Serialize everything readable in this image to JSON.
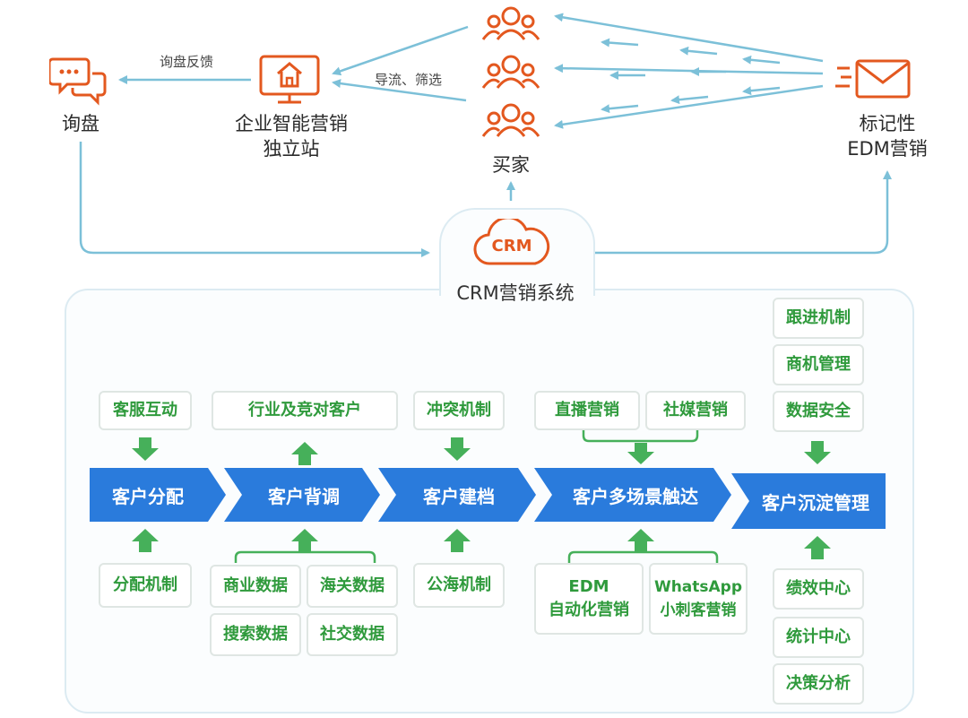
{
  "top": {
    "inquiry": "询盘",
    "site_line1": "企业智能营销",
    "site_line2": "独立站",
    "buyers": "买家",
    "edm_line1": "标记性",
    "edm_line2": "EDM营销",
    "feedback": "询盘反馈",
    "guide": "导流、筛选",
    "crm_logo": "CRM",
    "crm_system": "CRM营销系统"
  },
  "flow": {
    "distribute": "客户分配",
    "background": "客户背调",
    "archive": "客户建档",
    "multi_touch": "客户多场景触达",
    "retention": "客户沉淀管理"
  },
  "boxes": {
    "service": "客服互动",
    "industry": "行业及竞对客户",
    "conflict": "冲突机制",
    "live": "直播营销",
    "social_media": "社媒营销",
    "follow": "跟进机制",
    "opportunity": "商机管理",
    "security": "数据安全",
    "dist_mech": "分配机制",
    "business": "商业数据",
    "customs": "海关数据",
    "search": "搜索数据",
    "social_data": "社交数据",
    "public_sea": "公海机制",
    "edm_line1": "EDM",
    "edm_line2": "自动化营销",
    "wa_line1": "WhatsApp",
    "wa_line2": "小刺客营销",
    "performance": "绩效中心",
    "stats": "统计中心",
    "decision": "决策分析"
  },
  "colors": {
    "icon_orange": "#e3581f",
    "arrow_blue": "#7cc0d8",
    "flow_blue": "#2a7bdc",
    "green_text": "#2f9a3c",
    "green_arrow": "#46b05a"
  }
}
